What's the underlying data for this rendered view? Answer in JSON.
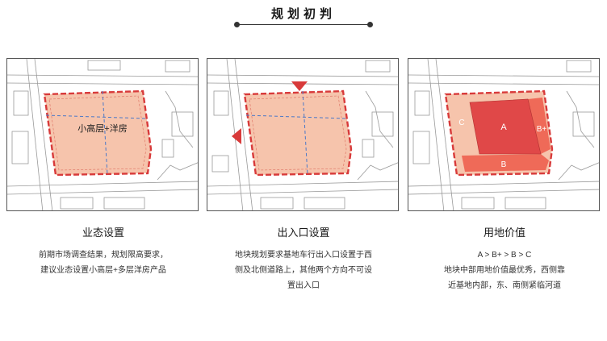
{
  "header": {
    "title": "规划初判"
  },
  "panels": [
    {
      "title": "业态设置",
      "map_label": "小高层+洋房",
      "lines": [
        "前期市场调查结果，规划限高要求，",
        "建议业态设置小高层+多层洋房产品"
      ]
    },
    {
      "title": "出入口设置",
      "lines": [
        "地块规划要求基地车行出入口设置于西",
        "侧及北侧道路上，其他两个方向不可设",
        "置出入口"
      ]
    },
    {
      "title": "用地价值",
      "ranking": "A > B+  > B  > C",
      "lines": [
        "地块中部用地价值最优秀，西侧靠",
        "近基地内部，东、南侧紧临河道"
      ],
      "zones": {
        "a": "A",
        "b_plus": "B+",
        "b": "B",
        "c": "C"
      }
    }
  ],
  "colors": {
    "site_fill": "#f6c4ac",
    "site_border": "#d83a3a",
    "axis_line": "#4a78c8",
    "zone_a": "#e04848",
    "zone_b": "#ef6a58",
    "zone_c": "#f6c4ac",
    "arrow": "#d83a3a"
  }
}
